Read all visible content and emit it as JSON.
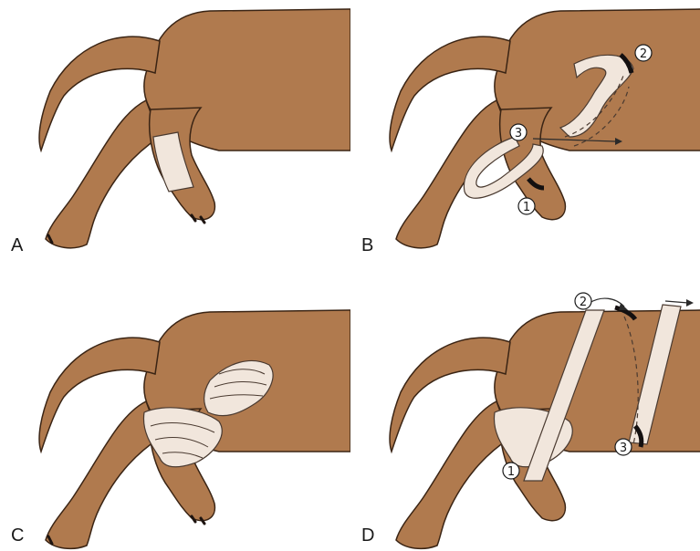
{
  "panels": [
    {
      "label": "A"
    },
    {
      "label": "B",
      "callouts": [
        "2",
        "3",
        "1"
      ]
    },
    {
      "label": "C"
    },
    {
      "label": "D",
      "callouts": [
        "2",
        "1",
        "3"
      ]
    }
  ],
  "colors": {
    "fur": "#b07a4e",
    "fur_outline": "#3a2414",
    "bandage": "#f1e6dc",
    "bandage_outline": "#4a3a30",
    "paw_dark": "#1e1410",
    "wrap_dark": "#141010"
  }
}
